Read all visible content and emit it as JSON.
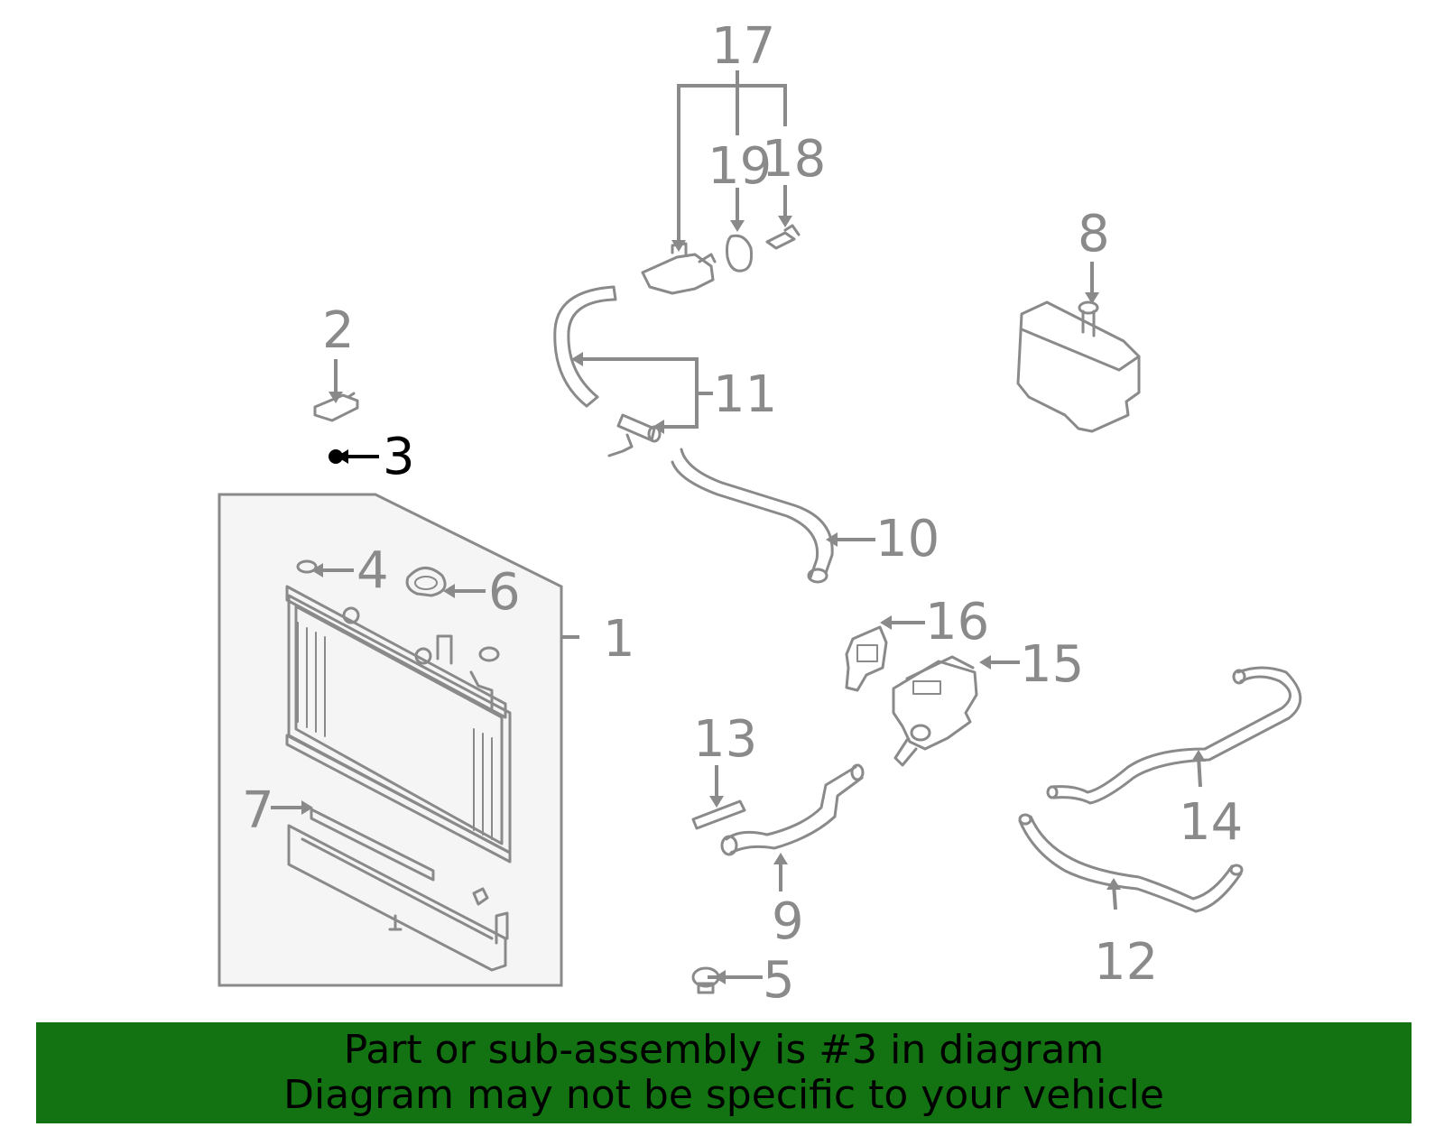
{
  "labels": {
    "l1": "1",
    "l2": "2",
    "l3": "3",
    "l4": "4",
    "l5": "5",
    "l6": "6",
    "l7": "7",
    "l8": "8",
    "l9": "9",
    "l10": "10",
    "l11": "11",
    "l12": "12",
    "l13": "13",
    "l14": "14",
    "l15": "15",
    "l16": "16",
    "l17": "17",
    "l18": "18",
    "l19": "19"
  },
  "highlight_part": "3",
  "colors": {
    "line": "#8a8a8a",
    "highlight": "#000000",
    "banner": "#137313",
    "panel": "#f5f5f5"
  },
  "banner": {
    "line1": "Part or sub-assembly is #3 in diagram",
    "line2": "Diagram may not be specific to your vehicle"
  }
}
